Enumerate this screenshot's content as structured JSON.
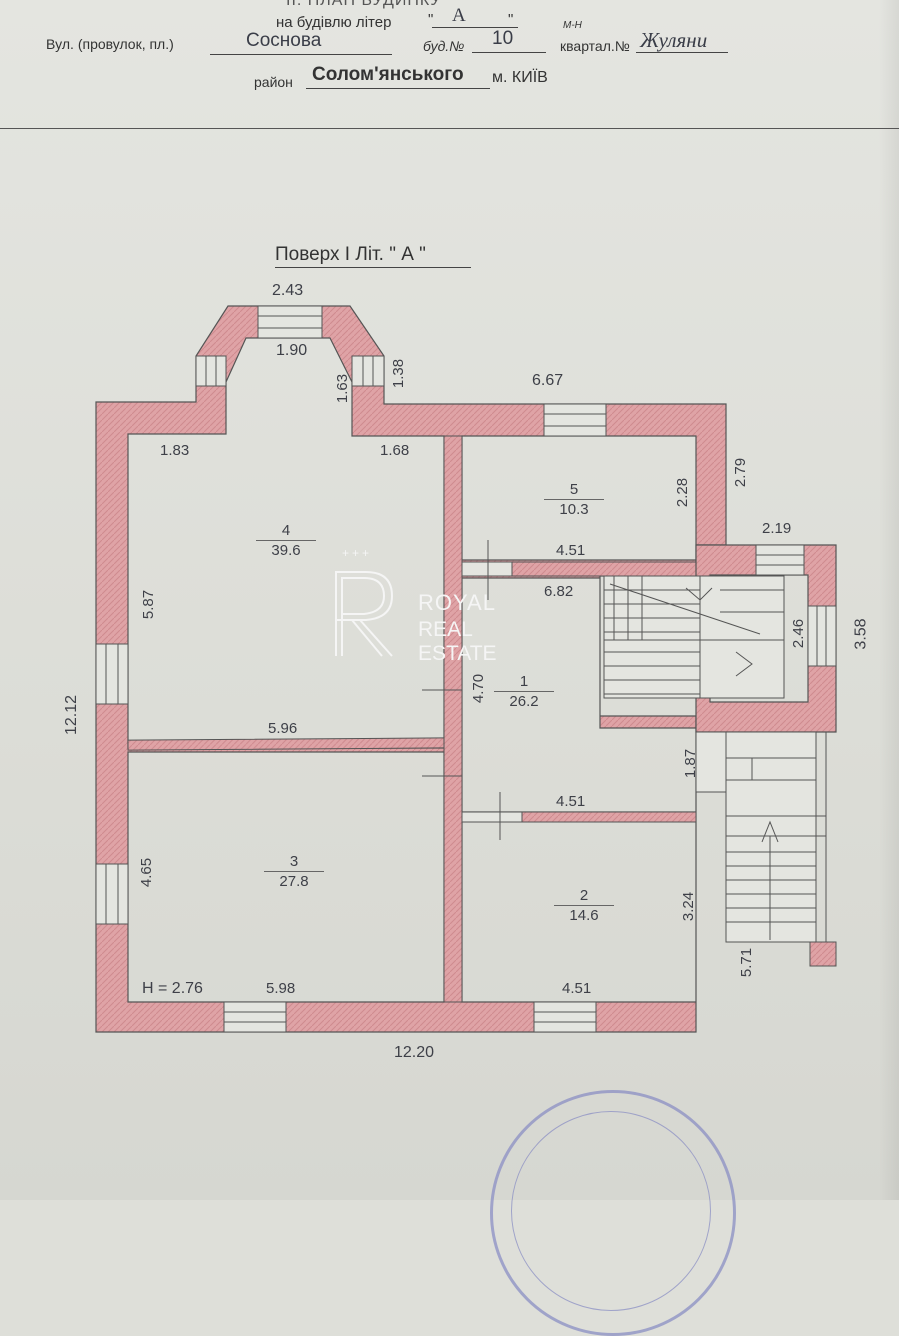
{
  "header": {
    "top_cut": "ІІ. ПЛАН БУДИНКУ",
    "building_label": "на будівлю літер",
    "building_letter_quote_l": "\"",
    "building_letter": "А",
    "building_letter_quote_r": "\"",
    "street_label": "Вул. (провулок, пл.)",
    "street_value": "Соснова",
    "house_label": "буд.№",
    "house_value": "10",
    "quarter_mark": "М-Н",
    "quarter_label": "квартал.№",
    "quarter_value": "Жуляни",
    "district_label": "район",
    "district_value": "Солом'янського",
    "city_label": "м. КИЇВ"
  },
  "floor_title": "Поверх I  Літ. \" А \"",
  "dimensions": {
    "bay_outer": "2.43",
    "bay_inner": "1.90",
    "bay_side_a": "1.63",
    "bay_side_b": "1.38",
    "room4_top_left": "1.83",
    "room4_top_right": "1.68",
    "top_right": "6.67",
    "room5_right": "2.28",
    "outer_right_top": "2.79",
    "porch_top": "2.19",
    "room5_bottom": "4.51",
    "stairs_span": "6.82",
    "stairs_inner": "2.46",
    "porch_side": "3.58",
    "room4_left": "5.87",
    "corridor": "4.70",
    "outer_left": "12.12",
    "room4_bottom": "5.96",
    "room1_right": "1.87",
    "room1_bottom": "4.51",
    "room3_left": "4.65",
    "room2_right": "3.24",
    "ext_stairs": "5.71",
    "height": "H = 2.76",
    "room3_bottom": "5.98",
    "room2_bottom": "4.51",
    "outer_bottom": "12.20"
  },
  "rooms": [
    {
      "no": "4",
      "area": "39.6"
    },
    {
      "no": "5",
      "area": "10.3"
    },
    {
      "no": "1",
      "area": "26.2"
    },
    {
      "no": "3",
      "area": "27.8"
    },
    {
      "no": "2",
      "area": "14.6"
    }
  ],
  "watermark": {
    "stars": "+++",
    "line1": "ROYAL",
    "line2": "REAL ESTATE"
  },
  "colors": {
    "wall": "#d99a9e",
    "wall_edge": "#555555",
    "watermark": "#f5f5f5",
    "stamp": "#8b8fc4"
  }
}
